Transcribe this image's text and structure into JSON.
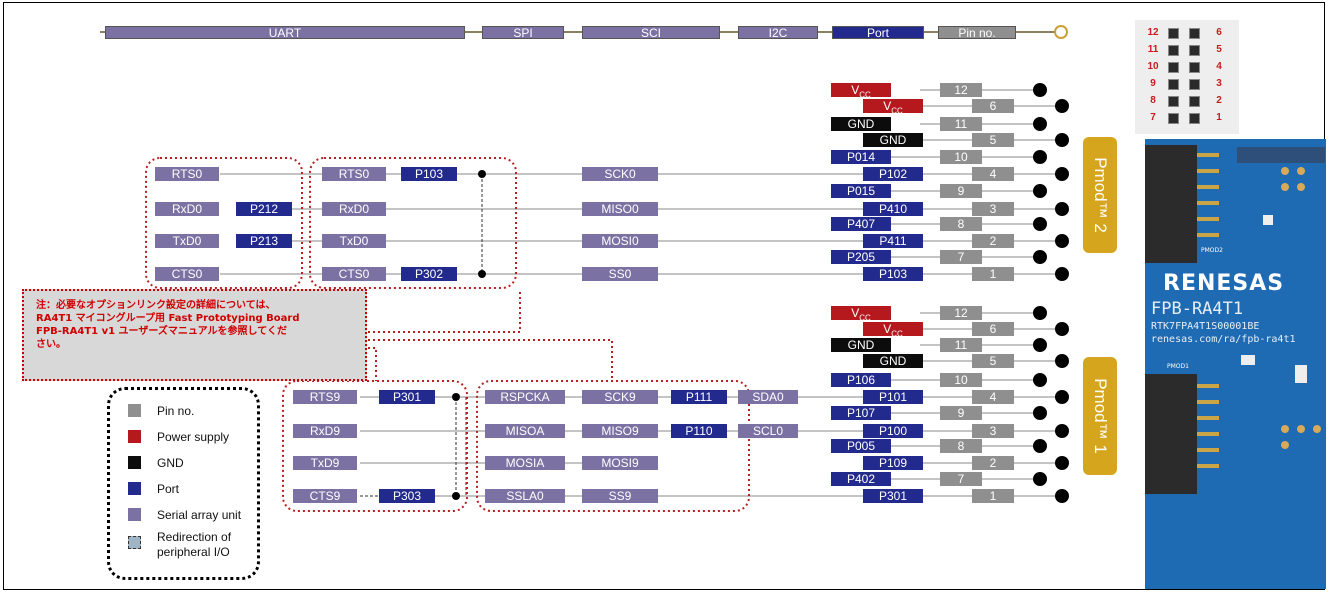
{
  "header": {
    "uart": "UART",
    "spi": "SPI",
    "sci": "SCI",
    "i2c": "I2C",
    "port": "Port",
    "pin_no": "Pin no."
  },
  "upper": {
    "uart": [
      "RTS0",
      "RxD0",
      "TxD0",
      "CTS0"
    ],
    "uart_ports": [
      "P212",
      "P213"
    ],
    "sci": [
      "RTS0",
      "RxD0",
      "TxD0",
      "CTS0"
    ],
    "sci_ports": [
      "P103",
      "P302"
    ],
    "spi": [
      "SCK0",
      "MISO0",
      "MOSI0",
      "SS0"
    ]
  },
  "lower": {
    "sci": [
      "RTS9",
      "RxD9",
      "TxD9",
      "CTS9"
    ],
    "sci_ports": [
      "P301",
      "P303"
    ],
    "spi": [
      "RSPCKA",
      "MISOA",
      "MOSIA",
      "SSLA0"
    ],
    "spi9": [
      "SCK9",
      "MISO9",
      "MOSI9",
      "SS9"
    ],
    "i2c_ports": [
      "P111",
      "P110"
    ],
    "i2c": [
      "SDA0",
      "SCL0"
    ]
  },
  "pmod2": {
    "label": "Pmod™ 2",
    "left": [
      "Vcc",
      "GND",
      "P014",
      "P015",
      "P407",
      "P205"
    ],
    "right": [
      "Vcc",
      "GND",
      "P102",
      "P410",
      "P411",
      "P103"
    ],
    "pins": [
      "12",
      "6",
      "11",
      "5",
      "10",
      "4",
      "9",
      "3",
      "8",
      "2",
      "7",
      "1"
    ]
  },
  "pmod1": {
    "label": "Pmod™ 1",
    "left": [
      "Vcc",
      "GND",
      "P106",
      "P107",
      "P005",
      "P402"
    ],
    "right": [
      "Vcc",
      "GND",
      "P101",
      "P100",
      "P109",
      "P301"
    ],
    "pins": [
      "12",
      "6",
      "11",
      "5",
      "10",
      "4",
      "9",
      "3",
      "8",
      "2",
      "7",
      "1"
    ]
  },
  "note": {
    "line1": "注：必要なオプションリンク設定の詳細については、",
    "line2": "RA4T1 マイコングループ用 Fast Prototyping Board",
    "line3": "FPB-RA4T1 v1 ユーザーズマニュアルを参照してくだ",
    "line4": "さい。"
  },
  "legend": {
    "items": [
      {
        "label": "Pin no.",
        "color": "#8f8f8f"
      },
      {
        "label": "Power supply",
        "color": "#b5191e"
      },
      {
        "label": "GND",
        "color": "#0c0c0c"
      },
      {
        "label": "Port",
        "color": "#232a8e"
      },
      {
        "label": "Serial array unit",
        "color": "#7b72a3"
      },
      {
        "label": "Redirection of peripheral I/O",
        "color": "#9fb4c4"
      }
    ]
  },
  "connector_map": {
    "left_numbers": [
      "12",
      "11",
      "10",
      "9",
      "8",
      "7"
    ],
    "right_numbers": [
      "6",
      "5",
      "4",
      "3",
      "2",
      "1"
    ]
  },
  "board": {
    "brand": "RENESAS",
    "model": "FPB-RA4T1",
    "part": "RTK7FPA4T1S00001BE",
    "url": "renesas.com/ra/fpb-ra4t1",
    "pmod2_silk": "PMOD2",
    "pmod1_silk": "PMOD1"
  },
  "colors": {
    "serial_array_unit": "#7b72a3",
    "port": "#232a8e",
    "gnd": "#0c0c0c",
    "power": "#b5191e",
    "pin": "#8f8f8f",
    "pmod": "#d4a51d",
    "board": "#1f6bb3",
    "note_text": "#d00000"
  }
}
